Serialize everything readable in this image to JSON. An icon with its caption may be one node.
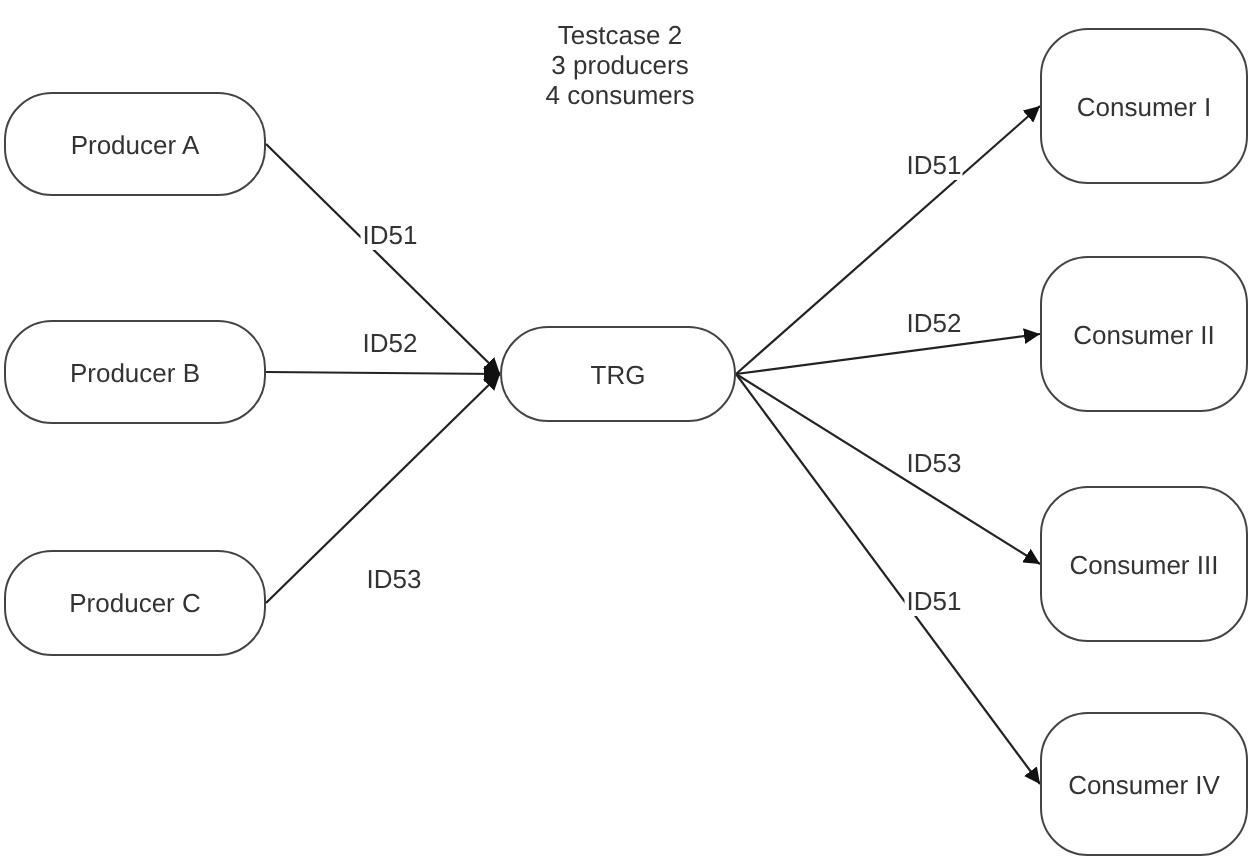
{
  "diagram": {
    "title": "Testcase 2",
    "nodes": [
      {
        "text": [
          "Producer A"
        ]
      },
      {
        "text": [
          "Producer B"
        ]
      },
      {
        "text": [
          "Producer C"
        ]
      },
      {
        "text": [
          "TRG"
        ]
      },
      {
        "text": [
          "Consumer I"
        ]
      },
      {
        "text": [
          "Consumer II"
        ]
      },
      {
        "text": [
          "Consumer III"
        ]
      },
      {
        "text": [
          "Consumer IV"
        ]
      }
    ],
    "edges": [
      {
        "from": 0,
        "to": 3,
        "arrow": "to",
        "label": "ID51"
      },
      {
        "from": 1,
        "to": 3,
        "arrow": "to",
        "label": "ID52"
      },
      {
        "from": 2,
        "to": 3,
        "arrow": "to",
        "label": "ID53"
      },
      {
        "from": 3,
        "to": 4,
        "arrow": "to",
        "label": "ID51"
      },
      {
        "from": 3,
        "to": 5,
        "arrow": "to",
        "label": "ID52"
      },
      {
        "from": 3,
        "to": 6,
        "arrow": "to",
        "label": "ID53"
      },
      {
        "from": 3,
        "to": 7,
        "arrow": "to",
        "label": "ID51"
      }
    ],
    "labels": [
      "3 producers",
      "4 consumers"
    ]
  }
}
